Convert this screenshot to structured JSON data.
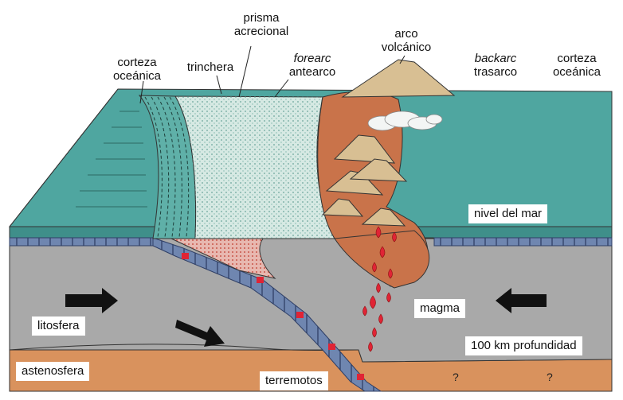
{
  "labels": {
    "corteza_oceanica_left": [
      "corteza",
      "oceánica"
    ],
    "trinchera": "trinchera",
    "prisma_acrecional": [
      "prisma",
      "acrecional"
    ],
    "forearc": "forearc",
    "antearco": "antearco",
    "arco_volcanico": [
      "arco",
      "volcánico"
    ],
    "backarc": "backarc",
    "trasarco": "trasarco",
    "corteza_oceanica_right": [
      "corteza",
      "oceánica"
    ],
    "nivel_del_mar": "nivel del mar",
    "litosfera": "litosfera",
    "magma": "magma",
    "astenosfera": "astenosfera",
    "profundidad": "100 km profundidad",
    "terremotos": "terremotos",
    "question_mark": "?"
  },
  "colors": {
    "ocean_top": "#4fa6a0",
    "ocean_side": "#3f8f8a",
    "lithosphere": "#a9a9a9",
    "asthenosphere": "#d9925d",
    "volcanic_arc": "#c9734a",
    "volcano": "#d8bf93",
    "accretionary_prism": "#cfe3dc",
    "quake": "#e02435",
    "arrow": "#111111"
  }
}
